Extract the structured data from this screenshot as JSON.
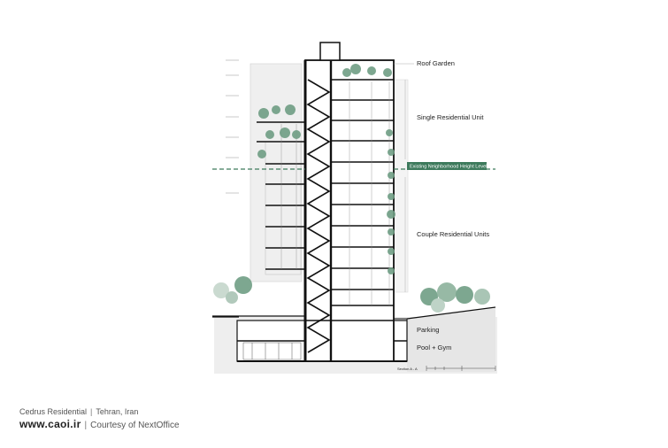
{
  "labels": {
    "roof_garden": "Roof Garden",
    "single_unit": "Single Residential Unit",
    "couple_units": "Couple Residential Units",
    "parking": "Parking",
    "pool_gym": "Pool + Gym",
    "height_level": "Existing Neighborhood Height Level",
    "section": "Section A - A"
  },
  "footer": {
    "project": "Cedrus Residential",
    "location": "Tehran, Iran",
    "site": "www.caoi.ir",
    "credit": "Courtesy of NextOffice",
    "separator": "|"
  },
  "colors": {
    "accent_green": "#3d7a5c",
    "structure": "#111111",
    "foliage": "#6f9e84",
    "ground_gray": "#d9d9d9"
  }
}
